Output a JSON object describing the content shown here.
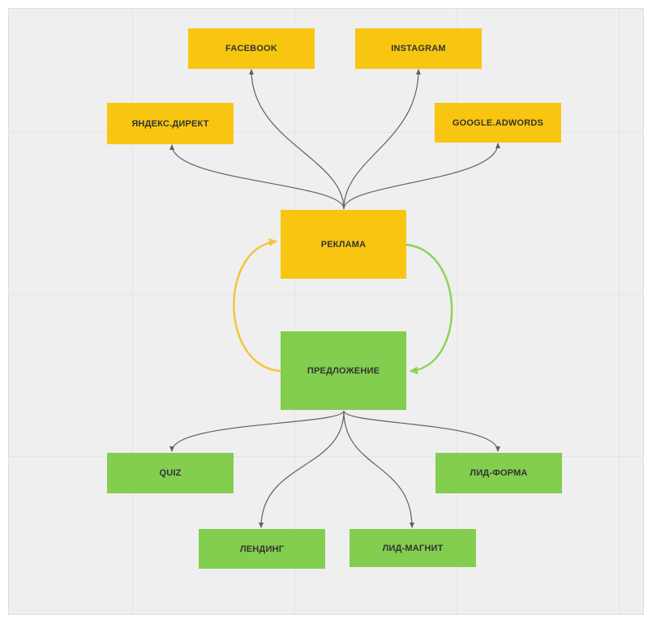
{
  "colors": {
    "yellow": "#f8c611",
    "green": "#83cd4f",
    "connector": "#606060",
    "arrow_yellow": "#f4c63a",
    "arrow_green": "#8bd45a"
  },
  "nodes": {
    "facebook": "FACEBOOK",
    "instagram": "INSTAGRAM",
    "yandex_direct": "ЯНДЕКС.ДИРЕКТ",
    "google_adwords": "GOOGLE.ADWORDS",
    "reklama": "РЕКЛАМА",
    "predlozhenie": "ПРЕДЛОЖЕНИЕ",
    "quiz": "QUIZ",
    "lid_forma": "ЛИД-ФОРМА",
    "lending": "ЛЕНДИНГ",
    "lid_magnit": "ЛИД-МАГНИТ"
  },
  "edges": [
    {
      "from": "reklama",
      "to": "facebook",
      "color": "connector"
    },
    {
      "from": "reklama",
      "to": "instagram",
      "color": "connector"
    },
    {
      "from": "reklama",
      "to": "yandex_direct",
      "color": "connector"
    },
    {
      "from": "reklama",
      "to": "google_adwords",
      "color": "connector"
    },
    {
      "from": "predlozhenie",
      "to": "reklama",
      "color": "arrow_yellow"
    },
    {
      "from": "reklama",
      "to": "predlozhenie",
      "color": "arrow_green"
    },
    {
      "from": "predlozhenie",
      "to": "quiz",
      "color": "connector"
    },
    {
      "from": "predlozhenie",
      "to": "lid_forma",
      "color": "connector"
    },
    {
      "from": "predlozhenie",
      "to": "lending",
      "color": "connector"
    },
    {
      "from": "predlozhenie",
      "to": "lid_magnit",
      "color": "connector"
    }
  ]
}
